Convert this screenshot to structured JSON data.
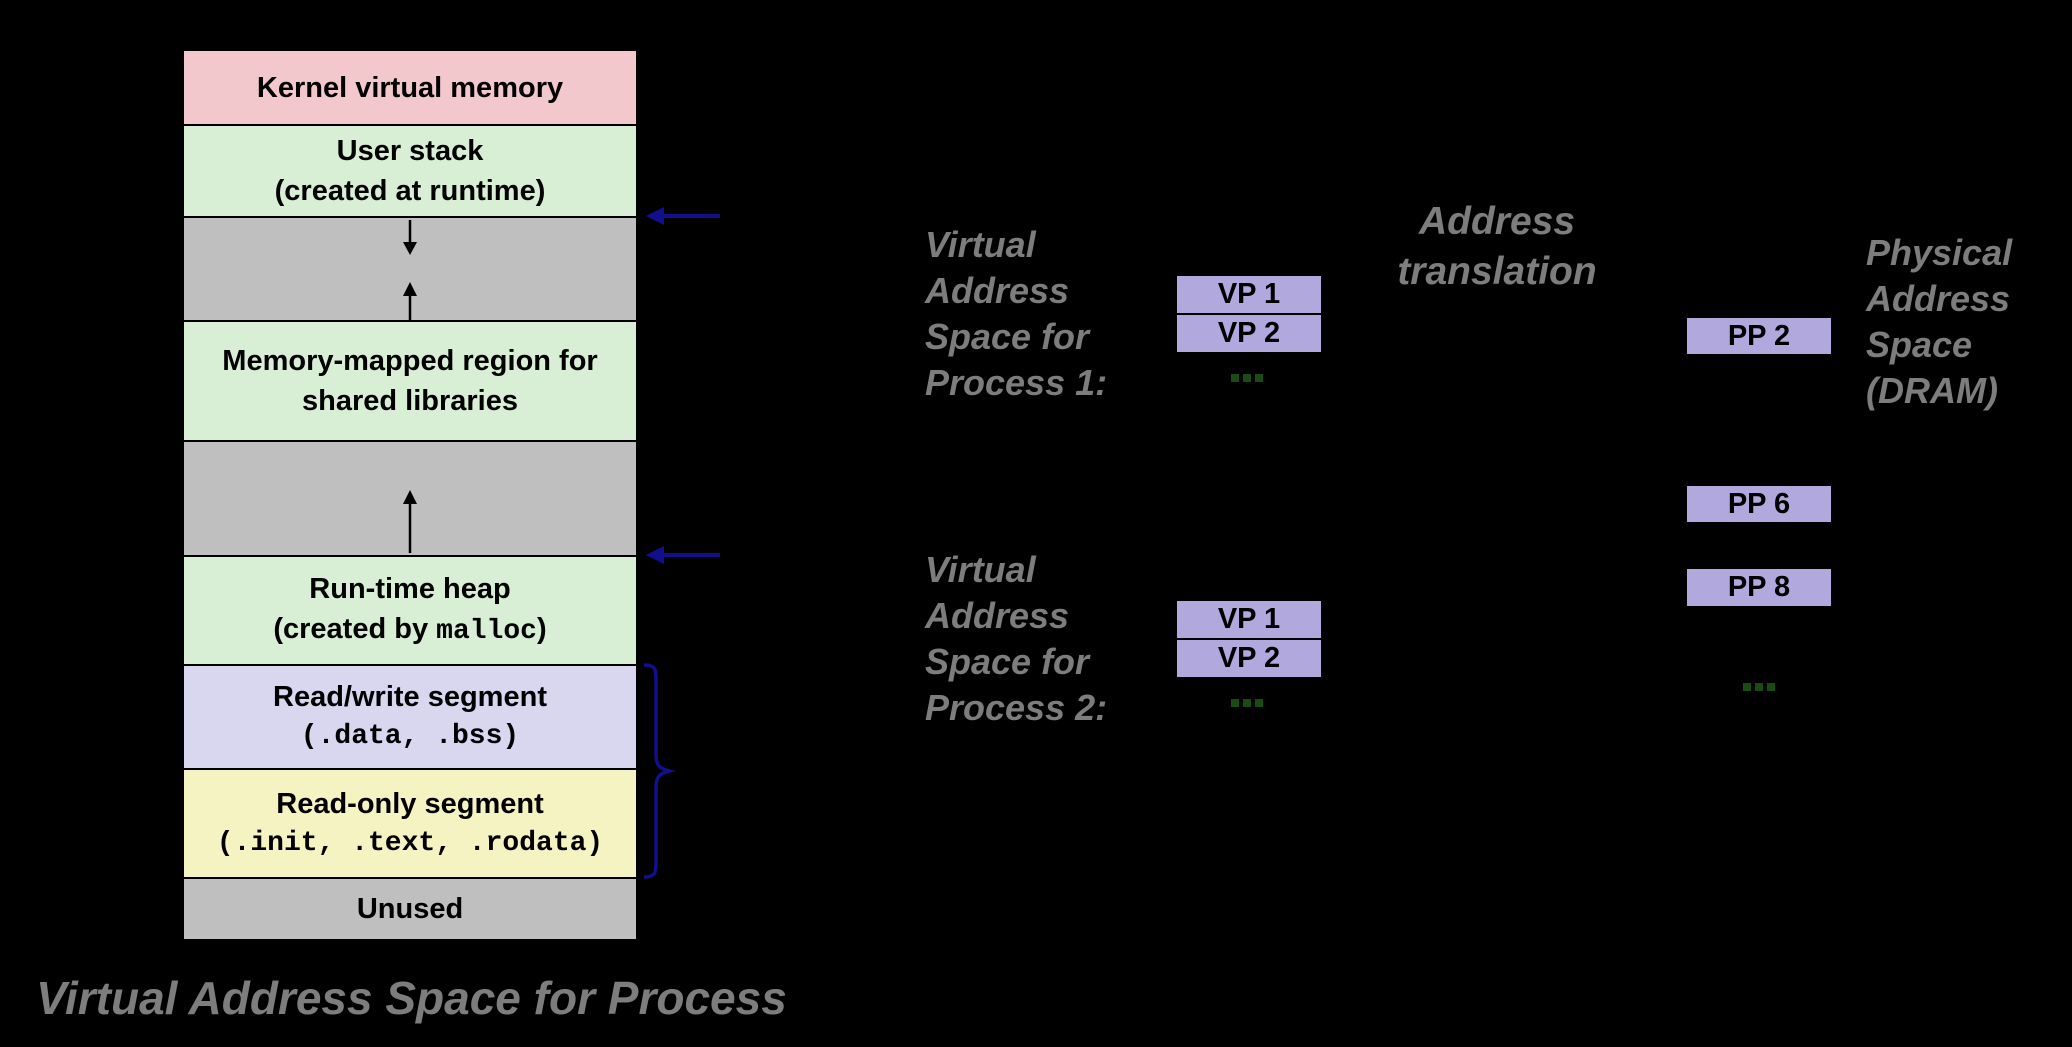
{
  "background": "#000000",
  "palette": {
    "kernel_bg": "#f2c8cd",
    "green_bg": "#d8eed5",
    "gray_bg": "#bfbfbf",
    "read_write_bg": "#d9d6f0",
    "read_only_bg": "#f6f3c3",
    "page_box_bg": "#b1a9de",
    "pointer_blue": "#10108e",
    "label_gray": "#7d7d7d",
    "ellipsis_green": "#1c4a14",
    "border": "#000000"
  },
  "memory_map": {
    "caption": "Virtual Address Space for Process",
    "segments": {
      "kernel": {
        "line1": "Kernel virtual memory"
      },
      "user_stack": {
        "line1": "User stack",
        "line2": "(created at runtime)"
      },
      "mmap": {
        "line1": "Memory-mapped region for",
        "line2": "shared libraries"
      },
      "heap": {
        "line1": "Run-time heap",
        "line2_prefix": "(created by ",
        "line2_mono": "malloc",
        "line2_suffix": ")"
      },
      "read_write": {
        "line1": "Read/write segment",
        "line2_mono": "(.data, .bss)"
      },
      "read_only": {
        "line1": "Read-only segment",
        "line2_mono": "(.init, .text, .rodata)"
      },
      "unused": {
        "line1": "Unused"
      }
    }
  },
  "translation": {
    "line1": "Address",
    "line2": "translation"
  },
  "process1": {
    "label_line1": "Virtual",
    "label_line2": "Address",
    "label_line3": "Space for",
    "label_line4": "Process 1:",
    "page1": "VP 1",
    "page2": "VP 2"
  },
  "process2": {
    "label_line1": "Virtual",
    "label_line2": "Address",
    "label_line3": "Space for",
    "label_line4": "Process 2:",
    "page1": "VP 1",
    "page2": "VP 2"
  },
  "physical": {
    "label_line1": "Physical",
    "label_line2": "Address",
    "label_line3": "Space",
    "label_line4": "(DRAM)",
    "page1": "PP 2",
    "page2": "PP 6",
    "page3": "PP 8"
  }
}
